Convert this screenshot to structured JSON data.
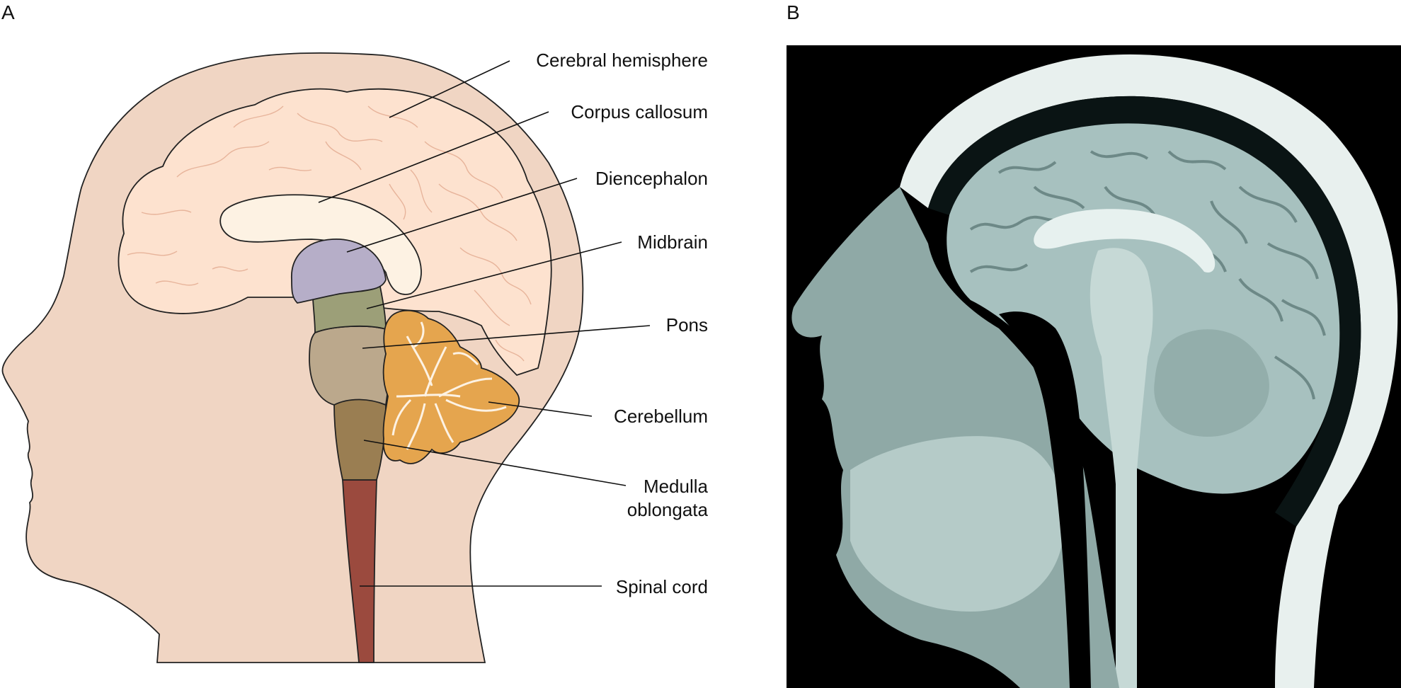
{
  "panels": {
    "a": {
      "letter": "A"
    },
    "b": {
      "letter": "B"
    }
  },
  "labels": {
    "cerebral_hemisphere": "Cerebral hemisphere",
    "corpus_callosum": "Corpus callosum",
    "diencephalon": "Diencephalon",
    "midbrain": "Midbrain",
    "pons": "Pons",
    "cerebellum": "Cerebellum",
    "medulla_line1": "Medulla",
    "medulla_line2": "oblongata",
    "spinal_cord": "Spinal cord"
  },
  "colors": {
    "head": "#f0d5c3",
    "cerebrum": "#fde2cf",
    "corpus_callosum": "#fdf2e3",
    "diencephalon": "#b6aec8",
    "midbrain": "#9c9f78",
    "pons": "#bba88c",
    "medulla": "#9a7e52",
    "spinal_cord": "#9b4a3e",
    "cerebellum": "#e5a54e",
    "mri_background": "#000000"
  }
}
